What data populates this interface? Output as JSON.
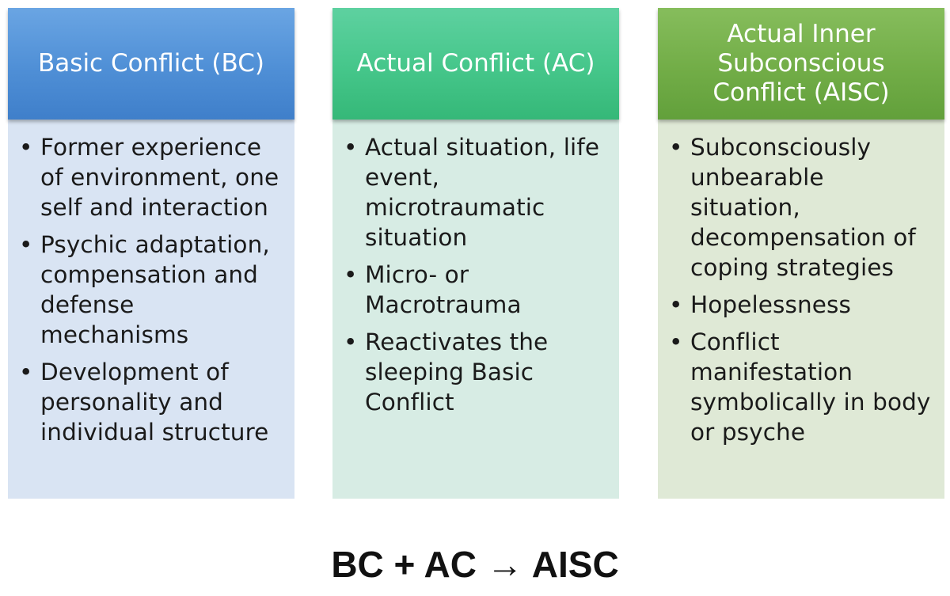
{
  "columns": [
    {
      "id": "bc",
      "title": "Basic Conflict (BC)",
      "color": "#4f8fd6",
      "items": [
        "Former experience of environment, one self and interaction",
        "Psychic adaptation, compensation and defense mechanisms",
        "Development of personality and individual structure"
      ]
    },
    {
      "id": "ac",
      "title": "Actual Conflict (AC)",
      "color": "#45c68a",
      "items": [
        "Actual situation, life event, microtraumatic situation",
        "Micro- or Macrotrauma",
        "Reactivates the sleeping Basic Conflict"
      ]
    },
    {
      "id": "aisc",
      "title": "Actual Inner Subconscious Conflict (AISC)",
      "color": "#72ad47",
      "items": [
        "Subconsciously unbearable situation, decompensation of coping strategies",
        "Hopelessness",
        "Conflict manifestation symbolically in body or psyche"
      ]
    }
  ],
  "formula": "BC + AC → AISC",
  "bullet_glyph": "•"
}
